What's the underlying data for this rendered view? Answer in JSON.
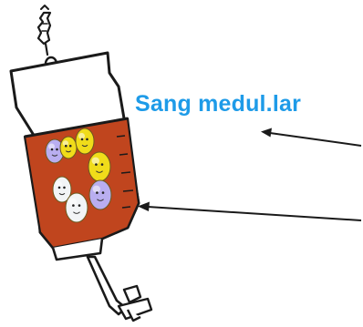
{
  "label": {
    "text": "Sang medul.lar"
  },
  "colors": {
    "label": "#1e9be8",
    "blood": "#c0451e",
    "outline": "#1a1a1a",
    "cell_yellow": "#f0dc1a",
    "cell_lavender": "#b9aef0",
    "cell_white": "#f2f4f6"
  },
  "cells": [
    {
      "type": "lavender-cell",
      "color_key": "cell_lavender"
    },
    {
      "type": "yellow-cell",
      "color_key": "cell_yellow"
    },
    {
      "type": "yellow-cell",
      "color_key": "cell_yellow"
    },
    {
      "type": "yellow-cell",
      "color_key": "cell_yellow"
    },
    {
      "type": "white-cell",
      "color_key": "cell_white"
    },
    {
      "type": "white-cell",
      "color_key": "cell_white"
    },
    {
      "type": "lavender-cell",
      "color_key": "cell_lavender"
    }
  ]
}
